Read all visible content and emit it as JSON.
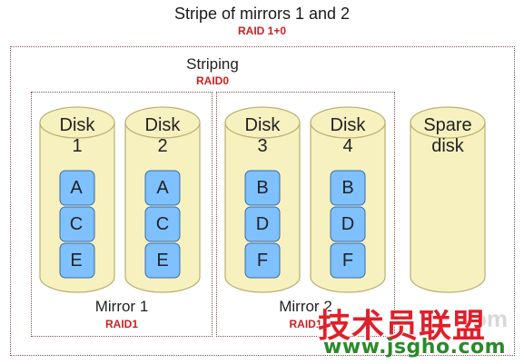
{
  "header": {
    "title": "Stripe of mirrors 1 and 2",
    "raid_label": "RAID 1+0"
  },
  "striping": {
    "title": "Striping",
    "raid_label": "RAID0"
  },
  "mirrors": [
    {
      "label": "Mirror 1",
      "raid_label": "RAID1"
    },
    {
      "label": "Mirror 2",
      "raid_label": "RAID1"
    }
  ],
  "disks": [
    {
      "line1": "Disk",
      "line2": "1",
      "blocks": [
        "A",
        "C",
        "E"
      ]
    },
    {
      "line1": "Disk",
      "line2": "2",
      "blocks": [
        "A",
        "C",
        "E"
      ]
    },
    {
      "line1": "Disk",
      "line2": "3",
      "blocks": [
        "B",
        "D",
        "F"
      ]
    },
    {
      "line1": "Disk",
      "line2": "4",
      "blocks": [
        "B",
        "D",
        "F"
      ]
    },
    {
      "line1": "Spare",
      "line2": "disk",
      "blocks": []
    }
  ],
  "watermark": {
    "brand": "技术员联盟",
    "url": "www.jsgho.com",
    "faded": "om"
  },
  "colors": {
    "cylinder_fill": "#f7f1c0",
    "cylinder_stroke": "#b8b070",
    "block_fill": "#7fc1ff",
    "block_stroke": "#3a6aa8",
    "raid_red": "#cc1f1f",
    "watermark_red": "#e0202a",
    "watermark_green": "#2a8a2a"
  }
}
